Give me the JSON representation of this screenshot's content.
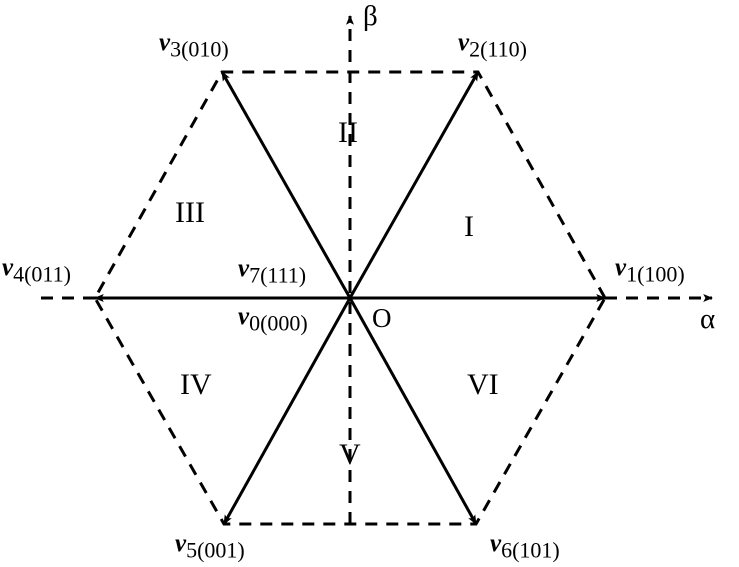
{
  "figure": {
    "type": "space-vector-hexagon",
    "description": "Space vector modulation hexagon in the alpha-beta stationary reference frame"
  },
  "axes": {
    "alpha": {
      "label": "α",
      "direction": "horizontal-right"
    },
    "beta": {
      "label": "β",
      "direction": "vertical-up"
    }
  },
  "origin": {
    "label": "O",
    "zero_vectors": [
      {
        "symbol": "v",
        "subscript": "7(111)"
      },
      {
        "symbol": "v",
        "subscript": "0(000)"
      }
    ]
  },
  "vectors": [
    {
      "id": "v1",
      "symbol": "v",
      "subscript": "1(100)",
      "angle_deg": 0,
      "switching_state": "100"
    },
    {
      "id": "v2",
      "symbol": "v",
      "subscript": "2(110)",
      "angle_deg": 60,
      "switching_state": "110"
    },
    {
      "id": "v3",
      "symbol": "v",
      "subscript": "3(010)",
      "angle_deg": 120,
      "switching_state": "010"
    },
    {
      "id": "v4",
      "symbol": "v",
      "subscript": "4(011)",
      "angle_deg": 180,
      "switching_state": "011"
    },
    {
      "id": "v5",
      "symbol": "v",
      "subscript": "5(001)",
      "angle_deg": 240,
      "switching_state": "001"
    },
    {
      "id": "v6",
      "symbol": "v",
      "subscript": "6(101)",
      "angle_deg": 300,
      "switching_state": "101"
    }
  ],
  "sectors": [
    {
      "id": "sector-1",
      "label": "I",
      "range_deg": [
        0,
        60
      ]
    },
    {
      "id": "sector-2",
      "label": "II",
      "range_deg": [
        60,
        120
      ]
    },
    {
      "id": "sector-3",
      "label": "III",
      "range_deg": [
        120,
        180
      ]
    },
    {
      "id": "sector-4",
      "label": "IV",
      "range_deg": [
        180,
        240
      ]
    },
    {
      "id": "sector-5",
      "label": "V",
      "range_deg": [
        240,
        300
      ]
    },
    {
      "id": "sector-6",
      "label": "VI",
      "range_deg": [
        300,
        360
      ]
    }
  ],
  "style": {
    "stroke": "#000000",
    "background": "#ffffff",
    "solid_line_width": 3,
    "dashed_line_width": 3,
    "dash_pattern": "12 9"
  }
}
